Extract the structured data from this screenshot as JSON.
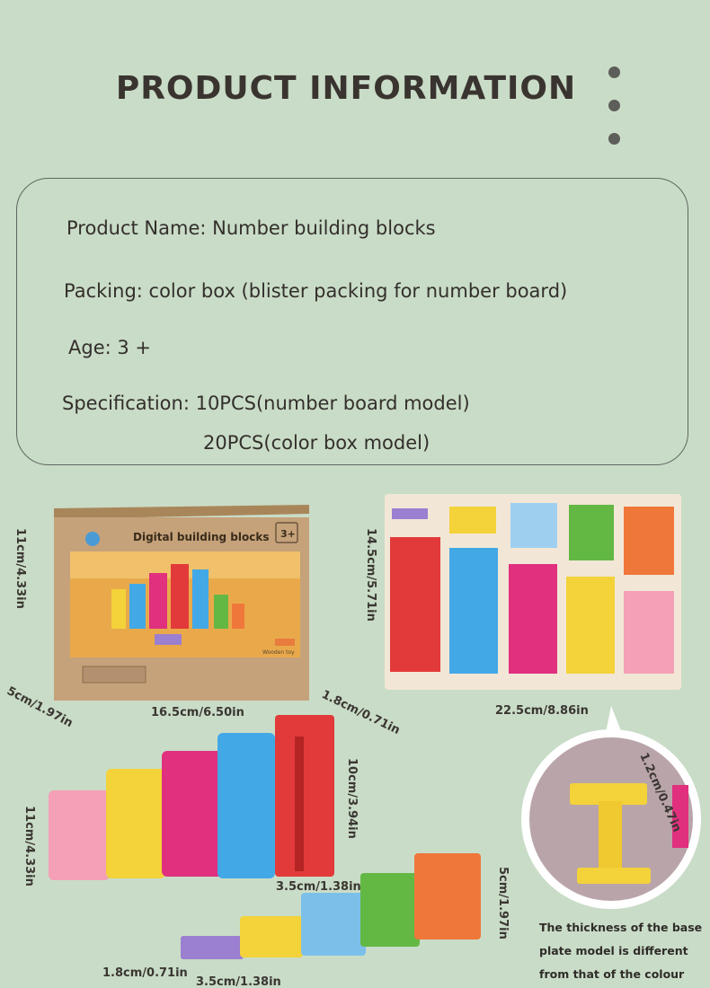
{
  "title": "PRODUCT INFORMATION",
  "info": {
    "product_name": "Product Name: Number building blocks",
    "packing": "Packing:  color box (blister packing for number board)",
    "age": "Age: 3 +",
    "spec_line1": "Specification: 10PCS(number board model)",
    "spec_line2": "20PCS(color box model)"
  },
  "box": {
    "label": "Digital building blocks",
    "age_badge": "3+",
    "sub_label": "Wooden toy",
    "height": "11cm/4.33in",
    "depth": "5cm/1.97in",
    "width": "16.5cm/6.50in"
  },
  "board": {
    "height": "14.5cm/5.71in",
    "width": "22.5cm/8.86in"
  },
  "blocks": {
    "thickness_top": "1.8cm/0.71in",
    "height_big": "10cm/3.94in",
    "height_left": "11cm/4.33in",
    "width_big": "3.5cm/1.38in",
    "height_small": "5cm/1.97in",
    "thickness_small": "1.8cm/0.71in",
    "width_small": "3.5cm/1.38in"
  },
  "zoom": {
    "thickness": "1.2cm/0.47in"
  },
  "note": "The thickness of the base plate model is different from that of the colour box model",
  "colors": {
    "background": "#c9dcc7",
    "red": "#e23a3a",
    "blue": "#43a8e6",
    "magenta": "#e0307e",
    "yellow": "#f3d23a",
    "pink": "#f4a0b6",
    "green": "#63b843",
    "orange": "#f0773a",
    "purple": "#9b7fd0"
  }
}
